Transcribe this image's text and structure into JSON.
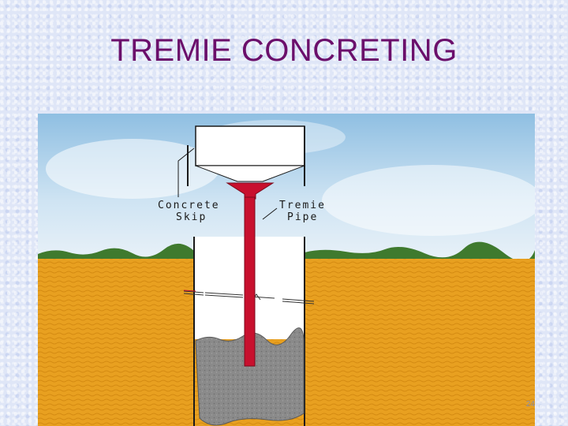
{
  "slide": {
    "title": "TREMIE CONCRETING",
    "page_number": "24"
  },
  "diagram": {
    "labels": {
      "skip_line1": "Concrete",
      "skip_line2": "Skip",
      "pipe_line1": "Tremie",
      "pipe_line2": "Pipe"
    },
    "colors": {
      "sky": "#bcd9ee",
      "ground": "#e8a020",
      "grass": "#3f7a2e",
      "tremie_pipe": "#c8102e",
      "concrete": "#8a8a8a",
      "water_column": "#ffffff",
      "title_text": "#6b0f6b"
    }
  }
}
